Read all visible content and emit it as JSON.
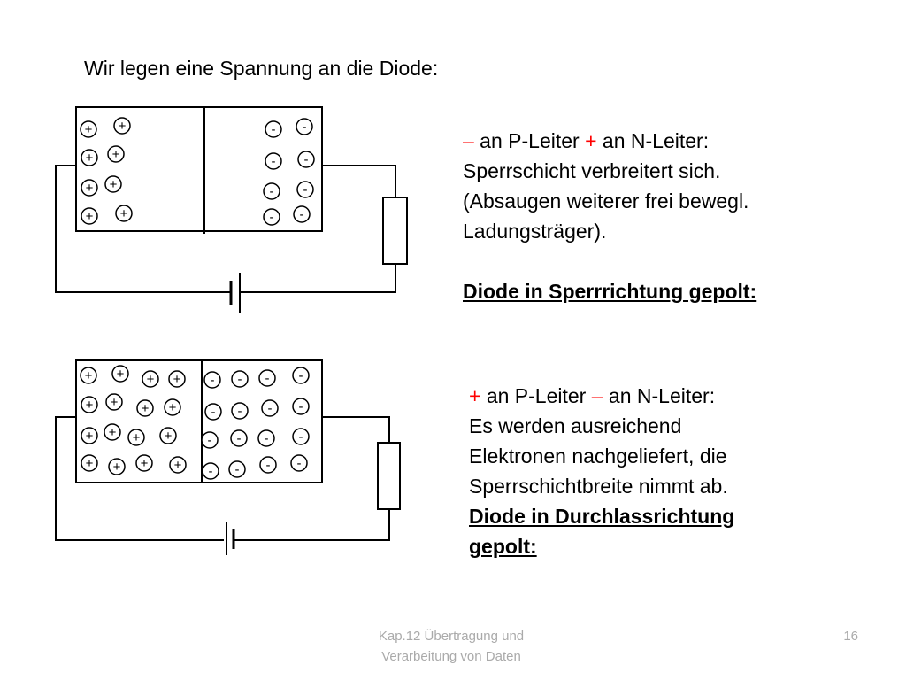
{
  "title": "Wir legen eine Spannung an die Diode:",
  "colors": {
    "sign_red": "#ff0000",
    "footer_gray": "#aaaaaa",
    "text": "#000000"
  },
  "symbols": {
    "plus": "+",
    "minus": "-"
  },
  "sections": [
    {
      "sign_p": "–",
      "text_p": " an P-Leiter ",
      "sign_n": "+",
      "text_n": " an N-Leiter:",
      "lines": [
        "Sperrschicht verbreitert sich.",
        "(Absaugen weiterer frei bewegl.",
        "Ladungsträger)."
      ],
      "conclusion": [
        "Diode in Sperrrichtung gepolt:"
      ]
    },
    {
      "sign_p": "+",
      "text_p": " an P-Leiter ",
      "sign_n": "–",
      "text_n": " an N-Leiter:",
      "lines": [
        "Es werden ausreichend",
        "Elektronen nachgeliefert, die",
        "Sperrschichtbreite nimmt ab."
      ],
      "conclusion": [
        "Diode in Durchlassrichtung",
        "gepolt:"
      ]
    }
  ],
  "footer": {
    "line1": "Kap.12 Übertragung und",
    "line2": "Verarbeitung von Daten",
    "page": "16"
  }
}
